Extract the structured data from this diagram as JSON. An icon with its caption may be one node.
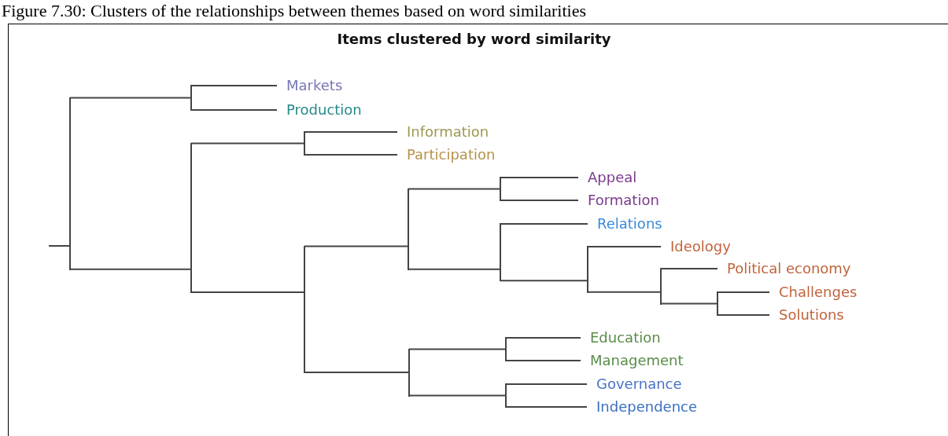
{
  "diagram": {
    "title": "Items clustered by word similarity",
    "caption": "Figure 7.30: Clusters of the relationships between themes based on word similarities",
    "nodes": [
      {
        "text": [],
        "shape": "bar"
      },
      {
        "text": [],
        "shape": "bar"
      },
      {
        "text": [
          "Markets"
        ]
      },
      {
        "text": [
          "Production"
        ]
      },
      {
        "text": [],
        "shape": "bar"
      },
      {
        "text": [],
        "shape": "bar"
      },
      {
        "text": [
          "Information"
        ]
      },
      {
        "text": [
          "Participation"
        ]
      },
      {
        "text": [],
        "shape": "bar"
      },
      {
        "text": [],
        "shape": "bar"
      },
      {
        "text": [],
        "shape": "bar"
      },
      {
        "text": [
          "Appeal"
        ]
      },
      {
        "text": [
          "Formation"
        ]
      },
      {
        "text": [],
        "shape": "bar"
      },
      {
        "text": [
          "Relations"
        ]
      },
      {
        "text": [],
        "shape": "bar"
      },
      {
        "text": [
          "Ideology"
        ]
      },
      {
        "text": [],
        "shape": "bar"
      },
      {
        "text": [
          "Political economy"
        ]
      },
      {
        "text": [],
        "shape": "bar"
      },
      {
        "text": [
          "Challenges"
        ]
      },
      {
        "text": [
          "Solutions"
        ]
      },
      {
        "text": [],
        "shape": "bar"
      },
      {
        "text": [],
        "shape": "bar"
      },
      {
        "text": [
          "Education"
        ]
      },
      {
        "text": [
          "Management"
        ]
      },
      {
        "text": [],
        "shape": "bar"
      },
      {
        "text": [
          "Governance"
        ]
      },
      {
        "text": [
          "Independence"
        ]
      }
    ],
    "edges": [
      {
        "from": null,
        "to": 0,
        "arrow": "none"
      },
      {
        "from": 0,
        "to": 1,
        "arrow": "none"
      },
      {
        "from": 0,
        "to": 4,
        "arrow": "none"
      },
      {
        "from": 1,
        "to": 2,
        "arrow": "none"
      },
      {
        "from": 1,
        "to": 3,
        "arrow": "none"
      },
      {
        "from": 4,
        "to": 5,
        "arrow": "none"
      },
      {
        "from": 4,
        "to": 8,
        "arrow": "none"
      },
      {
        "from": 5,
        "to": 6,
        "arrow": "none"
      },
      {
        "from": 5,
        "to": 7,
        "arrow": "none"
      },
      {
        "from": 8,
        "to": 9,
        "arrow": "none"
      },
      {
        "from": 8,
        "to": 22,
        "arrow": "none"
      },
      {
        "from": 9,
        "to": 10,
        "arrow": "none"
      },
      {
        "from": 9,
        "to": 13,
        "arrow": "none"
      },
      {
        "from": 10,
        "to": 11,
        "arrow": "none"
      },
      {
        "from": 10,
        "to": 12,
        "arrow": "none"
      },
      {
        "from": 13,
        "to": 14,
        "arrow": "none"
      },
      {
        "from": 13,
        "to": 15,
        "arrow": "none"
      },
      {
        "from": 15,
        "to": 16,
        "arrow": "none"
      },
      {
        "from": 15,
        "to": 17,
        "arrow": "none"
      },
      {
        "from": 17,
        "to": 18,
        "arrow": "none"
      },
      {
        "from": 17,
        "to": 19,
        "arrow": "none"
      },
      {
        "from": 19,
        "to": 20,
        "arrow": "none"
      },
      {
        "from": 19,
        "to": 21,
        "arrow": "none"
      },
      {
        "from": 22,
        "to": 23,
        "arrow": "none"
      },
      {
        "from": 22,
        "to": 26,
        "arrow": "none"
      },
      {
        "from": 23,
        "to": 24,
        "arrow": "none"
      },
      {
        "from": 23,
        "to": 25,
        "arrow": "none"
      },
      {
        "from": 26,
        "to": 27,
        "arrow": "none"
      },
      {
        "from": 26,
        "to": 28,
        "arrow": "none"
      }
    ]
  }
}
